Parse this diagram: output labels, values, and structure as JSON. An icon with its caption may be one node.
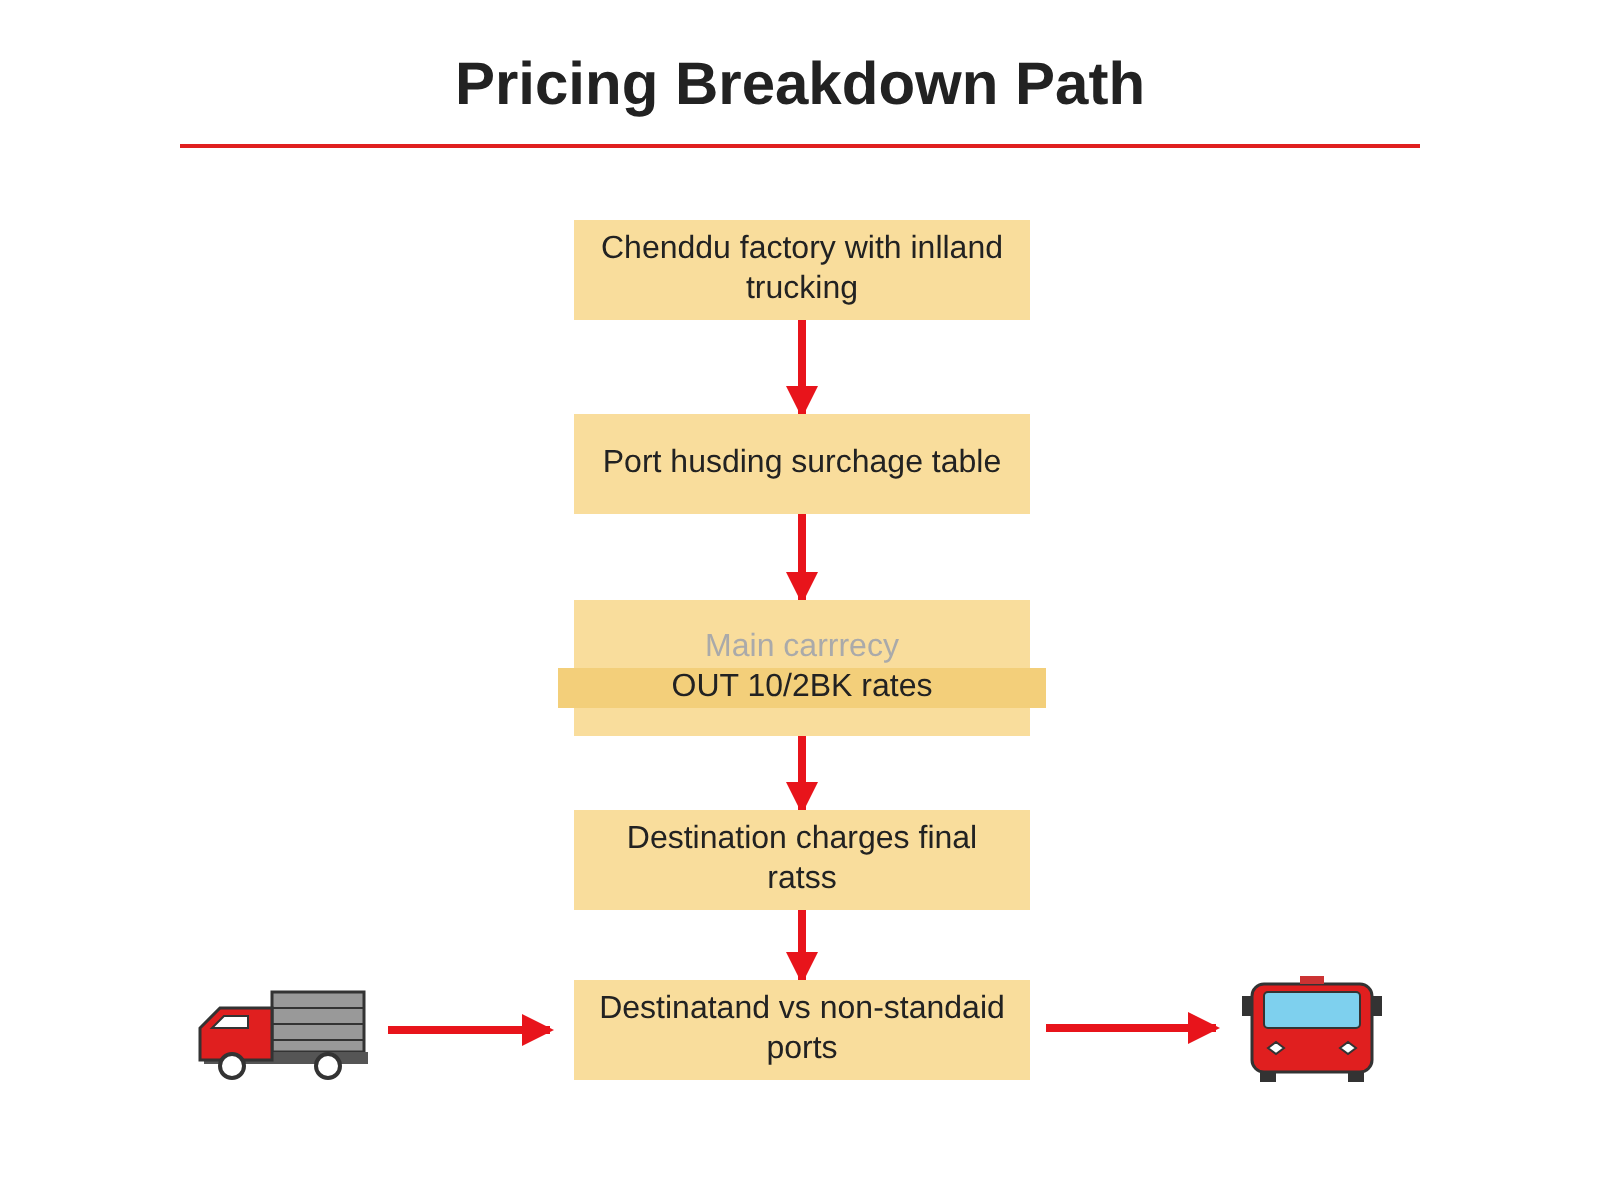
{
  "diagram": {
    "title": "Pricing Breakdown Path",
    "nodes": [
      {
        "text": [
          "Chenddu factory with inlland trucking"
        ]
      },
      {
        "text": [
          "Port husding surchage table"
        ]
      },
      {
        "text": [
          "Main carrrecy",
          "OUT 10/2BK rates"
        ]
      },
      {
        "text": [
          "Destination charges final ratss"
        ]
      },
      {
        "text": [
          "Destinatand vs non-standaid ports"
        ]
      },
      {
        "text": [],
        "shape": "picture"
      },
      {
        "text": [],
        "shape": "picture"
      }
    ],
    "edges": [
      {
        "from": 0,
        "to": 1,
        "arrow": "to"
      },
      {
        "from": 1,
        "to": 2,
        "arrow": "to"
      },
      {
        "from": 2,
        "to": 3,
        "arrow": "to"
      },
      {
        "from": 3,
        "to": 4,
        "arrow": "to"
      },
      {
        "from": 5,
        "to": 4,
        "arrow": "to"
      },
      {
        "from": 4,
        "to": 6,
        "arrow": "to"
      }
    ]
  }
}
